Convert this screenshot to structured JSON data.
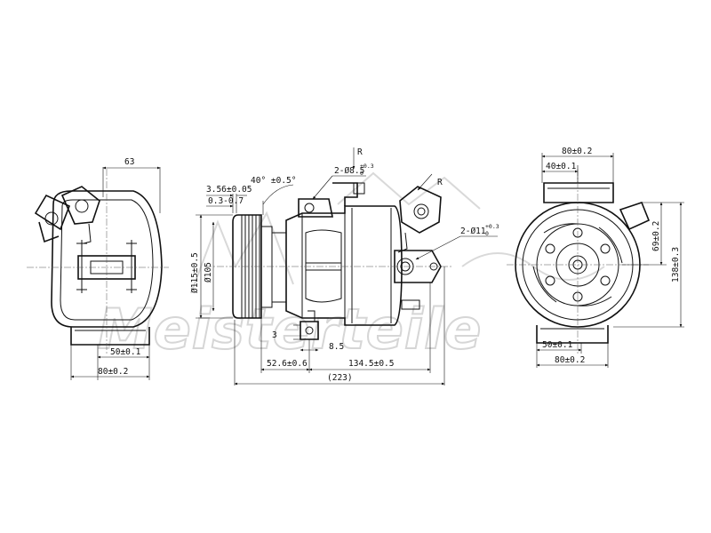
{
  "watermark": {
    "text": "Meisterteile"
  },
  "left_view": {
    "dims": {
      "top_width": "63",
      "bottom_inner": "50±0.1",
      "bottom_outer": "80±0.2"
    }
  },
  "center_view": {
    "dims": {
      "angle": "40° ±0.5°",
      "groove_pitch": "3.56±0.05",
      "groove_gap": "0.3-0.7",
      "hole_top_main": "2-Ø8.5",
      "hole_top_tol": "+0.3",
      "hole_top_tol2": "0",
      "hole_side_main": "2-Ø11",
      "hole_side_tol": "+0.3",
      "hole_side_tol2": "0",
      "pulley_outer": "Ø115±0.5",
      "pulley_inner": "Ø105",
      "small_3": "3",
      "small_85": "8.5",
      "offset": "52.6±0.6",
      "body_length": "134.5±0.5",
      "total_length": "(223)",
      "label_r1": "R",
      "label_r2": "R"
    }
  },
  "right_view": {
    "dims": {
      "top_outer": "80±0.2",
      "top_inner": "40±0.1",
      "side_inner": "69±0.2",
      "side_outer": "138±0.3",
      "bottom_inner": "50±0.1",
      "bottom_outer": "80±0.2"
    }
  }
}
